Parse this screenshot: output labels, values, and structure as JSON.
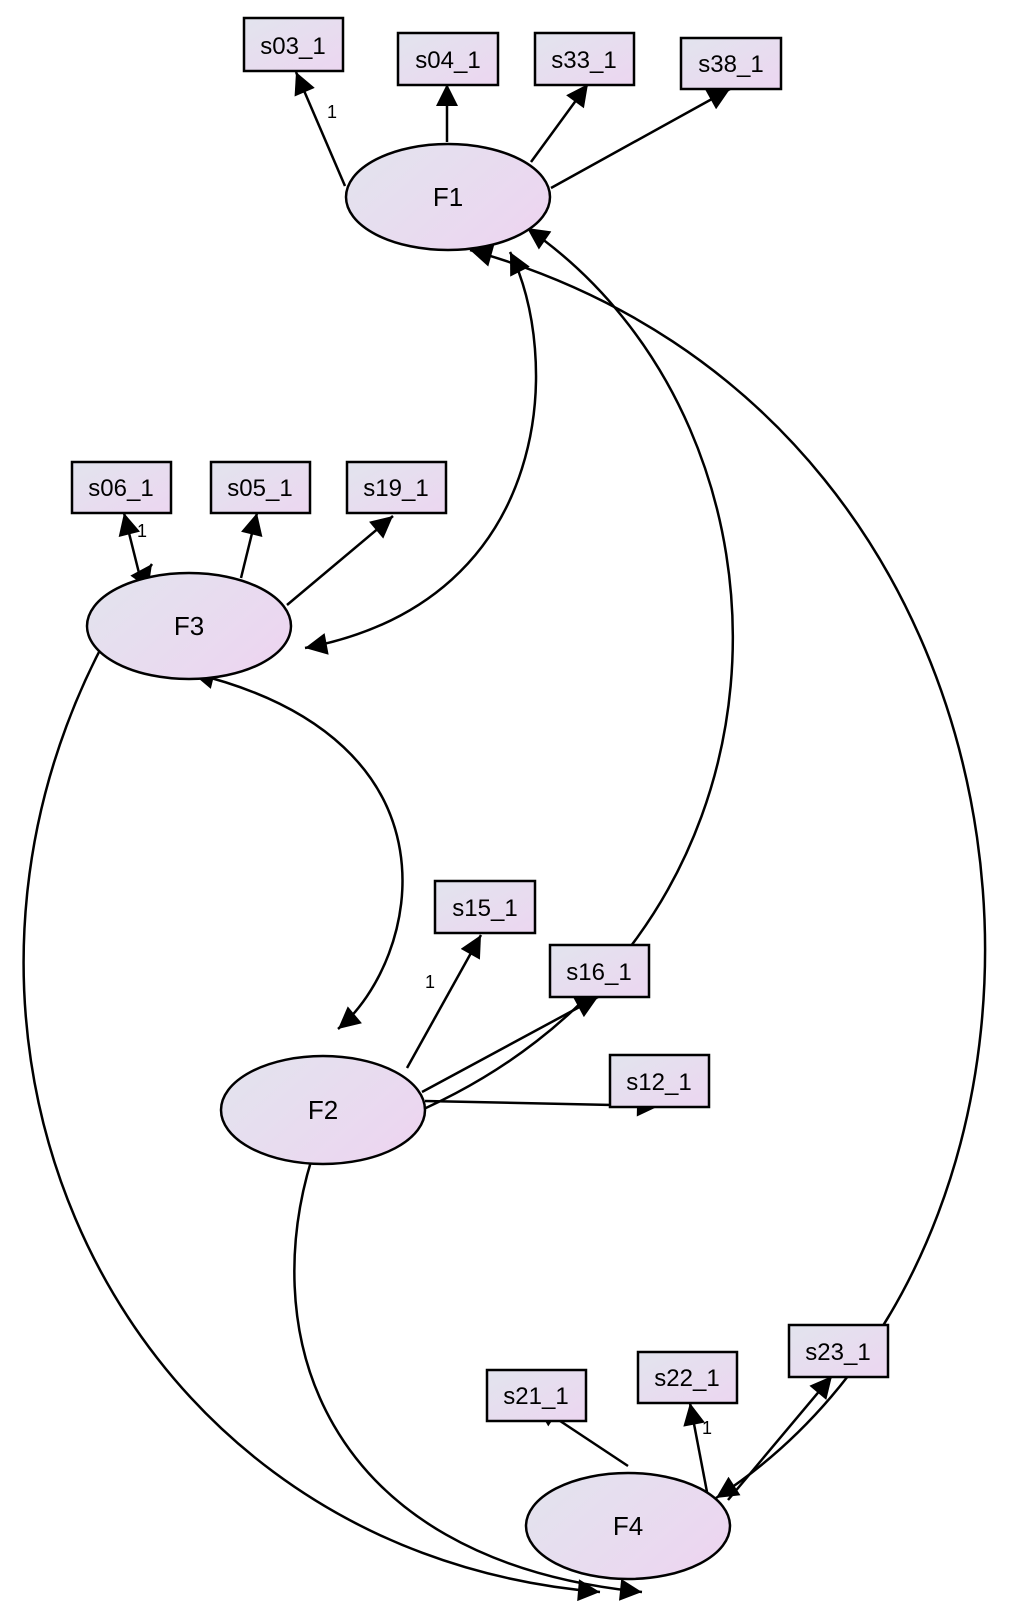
{
  "colors": {
    "box_fill_start": "#e2e4ee",
    "box_fill_end": "#ecd6f0",
    "ellipse_fill_start": "#e2e4ee",
    "ellipse_fill_end": "#ecd6f0",
    "stroke": "#000000"
  },
  "factors": [
    {
      "id": "F1",
      "label": "F1"
    },
    {
      "id": "F3",
      "label": "F3"
    },
    {
      "id": "F2",
      "label": "F2"
    },
    {
      "id": "F4",
      "label": "F4"
    }
  ],
  "observed": [
    {
      "id": "s03_1",
      "label": "s03_1"
    },
    {
      "id": "s04_1",
      "label": "s04_1"
    },
    {
      "id": "s33_1",
      "label": "s33_1"
    },
    {
      "id": "s38_1",
      "label": "s38_1"
    },
    {
      "id": "s06_1",
      "label": "s06_1"
    },
    {
      "id": "s05_1",
      "label": "s05_1"
    },
    {
      "id": "s19_1",
      "label": "s19_1"
    },
    {
      "id": "s15_1",
      "label": "s15_1"
    },
    {
      "id": "s16_1",
      "label": "s16_1"
    },
    {
      "id": "s12_1",
      "label": "s12_1"
    },
    {
      "id": "s21_1",
      "label": "s21_1"
    },
    {
      "id": "s22_1",
      "label": "s22_1"
    },
    {
      "id": "s23_1",
      "label": "s23_1"
    }
  ],
  "loadings": [
    {
      "factor": "F1",
      "indicator": "s03_1",
      "fixed": "1"
    },
    {
      "factor": "F1",
      "indicator": "s04_1",
      "fixed": ""
    },
    {
      "factor": "F1",
      "indicator": "s33_1",
      "fixed": ""
    },
    {
      "factor": "F1",
      "indicator": "s38_1",
      "fixed": ""
    },
    {
      "factor": "F3",
      "indicator": "s06_1",
      "fixed": "1"
    },
    {
      "factor": "F3",
      "indicator": "s05_1",
      "fixed": ""
    },
    {
      "factor": "F3",
      "indicator": "s19_1",
      "fixed": ""
    },
    {
      "factor": "F2",
      "indicator": "s15_1",
      "fixed": "1"
    },
    {
      "factor": "F2",
      "indicator": "s16_1",
      "fixed": ""
    },
    {
      "factor": "F2",
      "indicator": "s12_1",
      "fixed": ""
    },
    {
      "factor": "F4",
      "indicator": "s21_1",
      "fixed": ""
    },
    {
      "factor": "F4",
      "indicator": "s22_1",
      "fixed": "1"
    },
    {
      "factor": "F4",
      "indicator": "s23_1",
      "fixed": ""
    }
  ],
  "covariances": [
    {
      "a": "F1",
      "b": "F3"
    },
    {
      "a": "F1",
      "b": "F2"
    },
    {
      "a": "F1",
      "b": "F4"
    },
    {
      "a": "F3",
      "b": "F2"
    },
    {
      "a": "F3",
      "b": "F4"
    },
    {
      "a": "F2",
      "b": "F4"
    }
  ]
}
